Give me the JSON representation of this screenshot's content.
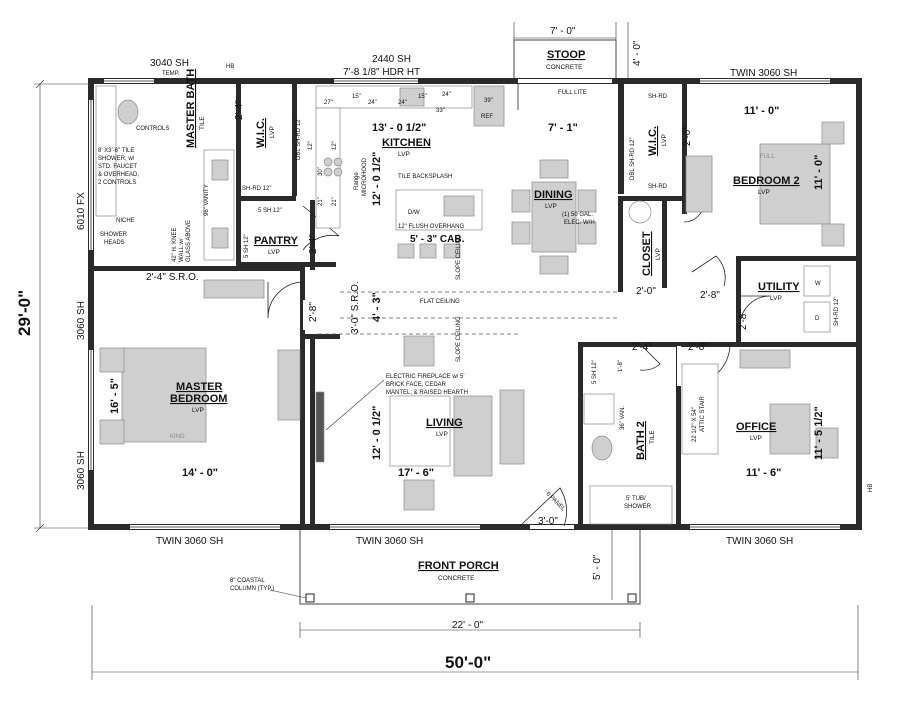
{
  "rooms": {
    "master_bath": {
      "name": "MASTER BATH",
      "floor": "TILE"
    },
    "wic1": {
      "name": "W.I.C.",
      "floor": "LVP"
    },
    "kitchen": {
      "name": "KITCHEN",
      "floor": "LVP"
    },
    "pantry": {
      "name": "PANTRY",
      "floor": "LVP"
    },
    "dining": {
      "name": "DINING",
      "floor": "LVP"
    },
    "wic2": {
      "name": "W.I.C.",
      "floor": "LVP"
    },
    "bedroom2": {
      "name": "BEDROOM 2",
      "floor": "LVP"
    },
    "closet": {
      "name": "CLOSET",
      "floor": "LVP"
    },
    "utility": {
      "name": "UTILITY",
      "floor": "LVP"
    },
    "master_bedroom": {
      "name": "MASTER BEDROOM",
      "floor": "LVP"
    },
    "living": {
      "name": "LIVING",
      "floor": "LVP"
    },
    "bath2": {
      "name": "BATH 2",
      "floor": "TILE"
    },
    "office": {
      "name": "OFFICE",
      "floor": "LVP"
    },
    "stoop": {
      "name": "STOOP",
      "floor": "CONCRETE"
    },
    "front_porch": {
      "name": "FRONT PORCH",
      "floor": "CONCRETE"
    }
  },
  "windows": {
    "top_left": "3040 SH",
    "top_left_note": "TEMP.",
    "hb1": "HB",
    "top_mid": "2440 SH",
    "header_height": "7'-8 1/8\" HDR HT",
    "top_right": "TWIN 3060 SH",
    "left_upper": "6010 FX",
    "left_mid": "3060 SH",
    "left_low": "3060 SH",
    "bottom_left": "TWIN 3060 SH",
    "bottom_mid": "TWIN 3060 SH",
    "bottom_right": "TWIN 3060 SH",
    "hb2": "HB"
  },
  "dimensions": {
    "stoop_width": "7' - 0\"",
    "stoop_depth": "4' - 0\"",
    "overall_depth": "29'-0\"",
    "overall_width": "50'-0\"",
    "porch_width": "22' - 0\"",
    "porch_depth": "5' - 0\"",
    "kitchen_width": "13' - 0 1/2\"",
    "dining_width": "7' - 1\"",
    "kitchen_depth": "12' - 0 1/2\"",
    "bedroom2_width": "11' - 0\"",
    "bedroom2_depth": "11' - 0\"",
    "master_width": "14' - 0\"",
    "master_depth": "16' - 5\"",
    "living_width": "17' - 6\"",
    "living_depth": "12' - 0 1/2\"",
    "office_width": "11' - 6\"",
    "office_depth": "11' - 5 1/2\"",
    "hall_width": "4' - 3\"",
    "sro_hall": "3'-0\" S.R.O.",
    "sro_bath": "2'-4\" S.R.O.",
    "door_bath": "2'-4\"",
    "door_wic2": "2'-0\"",
    "door_pantry": "2'-4\"",
    "door_closet": "2'-0\"",
    "door_utility_a": "2'-8\"",
    "door_utility_b": "2'-8\"",
    "door_master": "2'-8\"",
    "door_bath2": "2'-4\"",
    "door_office": "2'-8\"",
    "door_b2_side": "1'-8\"",
    "door_entry": "3'-0\"",
    "cab_27": "27\"",
    "cab_15a": "15\"",
    "cab_24a": "24\"",
    "cab_24b": "24\"",
    "cab_15b": "15\"",
    "cab_24c": "24\"",
    "cab_39": "39\"",
    "cab_33": "33\"",
    "cab_12a": "12\"",
    "cab_30": "30\"",
    "cab_21a": "21\"",
    "cab_21b": "21\"",
    "cab_12b": "12\""
  },
  "notes": {
    "controls": "CONTROLS",
    "shower_l1": "8' X3'-6\" TILE",
    "shower_l2": "SHOWER, w/",
    "shower_l3": "STD. FAUCET",
    "shower_l4": "& OVERHEAD,",
    "shower_l5": "2 CONTROLS",
    "niche": "NICHE",
    "shower_heads_l1": "SHOWER",
    "shower_heads_l2": "HEADS",
    "knee_l1": "42\" H. KNEE",
    "knee_l2": "WALL w/",
    "knee_l3": "GLASS ABOVE",
    "vanity96": "96\" VANITY",
    "shrd_wic1": "DBL SH-RD 12\"",
    "shrd_bath": "SH-RD 12\"",
    "pantry_shelf_top": "5 SH 12\"",
    "pantry_shelf_side": "5 SH 12\"",
    "range_l1": "Range",
    "range_l2": "MICROHOOD",
    "ref": "REF",
    "full_lite": "FULL LITE",
    "tile_backsplash": "TILE BACKSPLASH",
    "dw": "D/W",
    "flush_overhang": "12\" FLUSH OVERHANG",
    "cab_island": "5' - 3\" CAB.",
    "slope_ceiling_1": "SLOPE CEILING",
    "slope_ceiling_2": "SLOPE CEILING",
    "flat_ceiling": "FLAT CEILING",
    "water_heater_l1": "(1) 50 GAL.",
    "water_heater_l2": "ELEC. W/H",
    "shrd_wic2_a": "SH-RD",
    "shrd_wic2_b": "DBL SH-RD 12\"",
    "shrd_wic2_c": "SH-RD",
    "shrd_utility": "SH-RD 12\"",
    "full_bed": "FULL",
    "king_bed": "KING",
    "fireplace_l1": "ELECTRIC FIREPLACE w/ 5'",
    "fireplace_l2": "BRICK FACE, CEDAR",
    "fireplace_l3": "MANTEL, & RAISED HEARTH",
    "bath2_shelf": "5 SH 12\"",
    "van36": "36\" VAN.",
    "attic_l1": "22 1/2\" X 54\"",
    "attic_l2": "ATTIC STAIR",
    "tub_l1": "5' TUB/",
    "tub_l2": "SHOWER",
    "six_panel": "6 PANEL",
    "washer": "W",
    "dryer": "D",
    "column_l1": "8\" COASTAL",
    "column_l2": "COLUMN (TYP.)"
  }
}
